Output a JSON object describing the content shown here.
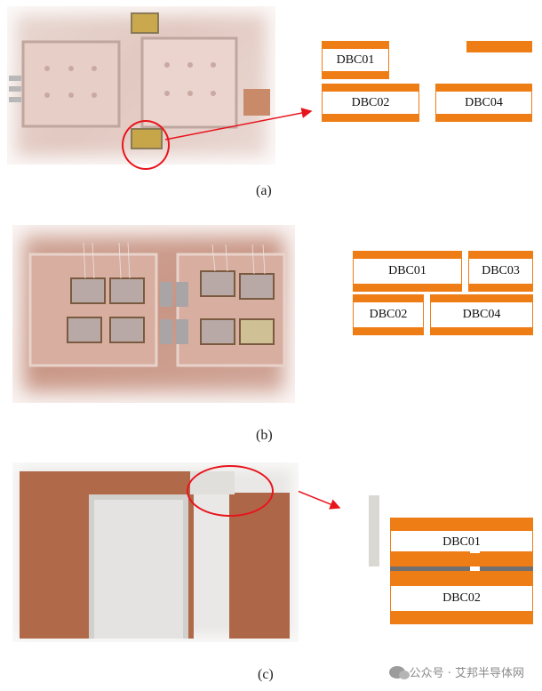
{
  "panels": [
    {
      "label": "(a)",
      "blocks": [
        "DBC01",
        "DBC02",
        "DBC04"
      ]
    },
    {
      "label": "(b)",
      "blocks": [
        "DBC01",
        "DBC03",
        "DBC02",
        "DBC04"
      ]
    },
    {
      "label": "(c)",
      "blocks": [
        "DBC01",
        "DBC02"
      ]
    }
  ],
  "watermark": "公众号 · 艾邦半导体网",
  "colors": {
    "copper_layer": "#ef7d16",
    "callout": "#e8141c",
    "ceramic": "#ffffff"
  }
}
